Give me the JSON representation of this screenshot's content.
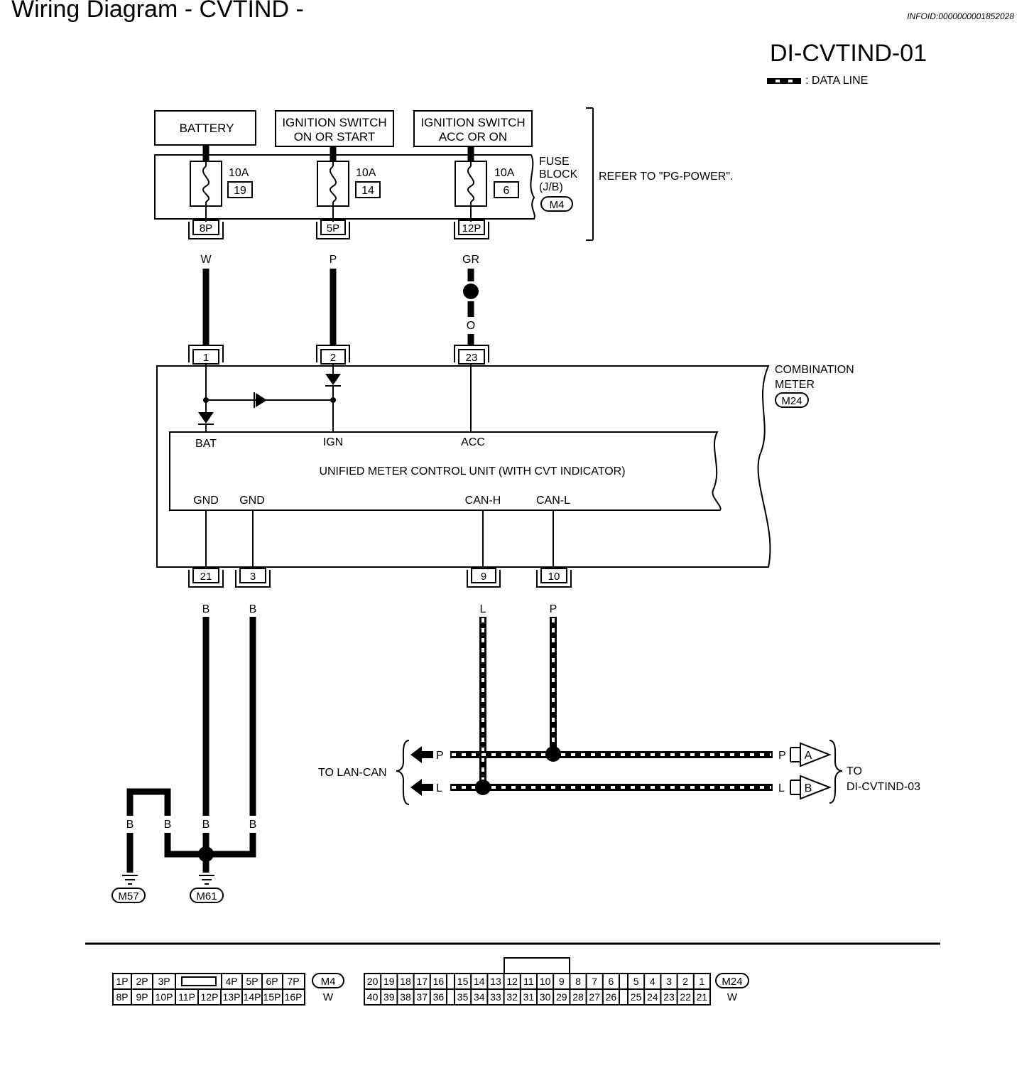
{
  "header": {
    "title": "Wiring Diagram - CVTIND -",
    "info_id": "INFOID:0000000001852028",
    "diagram_code": "DI-CVTIND-01",
    "legend_label": ": DATA LINE"
  },
  "power_sources": {
    "battery": "BATTERY",
    "ign_line1": "IGNITION SWITCH",
    "ign_line2": "ON OR START",
    "acc_line1": "IGNITION SWITCH",
    "acc_line2": "ACC OR ON"
  },
  "fuses": [
    {
      "amp": "10A",
      "num": "19",
      "conn": "8P"
    },
    {
      "amp": "10A",
      "num": "14",
      "conn": "5P"
    },
    {
      "amp": "10A",
      "num": "6",
      "conn": "12P"
    }
  ],
  "fuse_block": {
    "line1": "FUSE",
    "line2": "BLOCK",
    "line3": "(J/B)",
    "conn": "M4",
    "refer": "REFER TO \"PG-POWER\"."
  },
  "wire_colors": {
    "bat": "W",
    "ign": "P",
    "acc_top": "GR",
    "acc_bottom": "O",
    "gnd1": "B",
    "gnd2": "B",
    "canh": "L",
    "canl": "P"
  },
  "meter": {
    "name_line1": "COMBINATION",
    "name_line2": "METER",
    "conn": "M24",
    "pins_top": [
      "1",
      "2",
      "23"
    ],
    "pins_bottom": [
      "21",
      "3",
      "9",
      "10"
    ],
    "unit_label": "UNIFIED METER CONTROL UNIT (WITH CVT INDICATOR)",
    "term_bat": "BAT",
    "term_ign": "IGN",
    "term_acc": "ACC",
    "term_gnd1": "GND",
    "term_gnd2": "GND",
    "term_canh": "CAN-H",
    "term_canl": "CAN-L"
  },
  "can_bus": {
    "to_lan": "TO LAN-CAN",
    "p_left": "P",
    "l_left": "L",
    "p_right": "P",
    "l_right": "L",
    "conn_a": "A",
    "conn_b": "B",
    "to_line1": "TO",
    "to_line2": "DI-CVTIND-03"
  },
  "grounds": {
    "colors": [
      "B",
      "B",
      "B",
      "B"
    ],
    "left": "M57",
    "right": "M61"
  },
  "connectors": {
    "m4": {
      "row1": [
        "1P",
        "2P",
        "3P",
        "",
        "4P",
        "5P",
        "6P",
        "7P"
      ],
      "row2": [
        "8P",
        "9P",
        "10P",
        "11P",
        "12P",
        "13P",
        "14P",
        "15P",
        "16P"
      ],
      "name": "M4",
      "color": "W"
    },
    "m24": {
      "row1a": [
        "20",
        "19",
        "18",
        "17",
        "16"
      ],
      "row1b": [
        "15",
        "14",
        "13",
        "12",
        "11",
        "10",
        "9",
        "8",
        "7",
        "6"
      ],
      "row1c": [
        "5",
        "4",
        "3",
        "2",
        "1"
      ],
      "row2a": [
        "40",
        "39",
        "38",
        "37",
        "36"
      ],
      "row2b": [
        "35",
        "34",
        "33",
        "32",
        "31",
        "30",
        "29",
        "28",
        "27",
        "26"
      ],
      "row2c": [
        "25",
        "24",
        "23",
        "22",
        "21"
      ],
      "name": "M24",
      "color": "W"
    }
  }
}
